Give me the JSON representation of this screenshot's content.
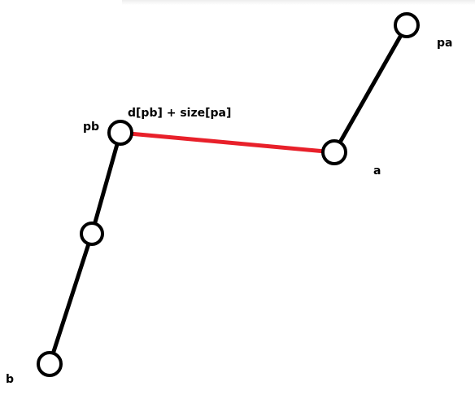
{
  "colors": {
    "background": "#ffffff",
    "node_stroke": "#000000",
    "tree_edge": "#000000",
    "highlight_edge": "#e8202a"
  },
  "labels": {
    "pa": "pa",
    "a": "a",
    "pb": "pb",
    "b": "b",
    "edge_annotation": "d[pb] + size[pa]"
  }
}
